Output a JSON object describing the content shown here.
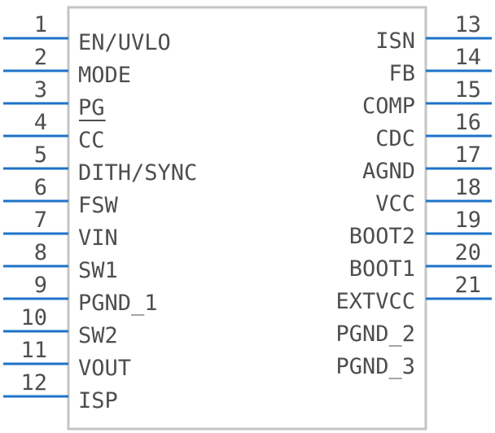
{
  "component": {
    "colors": {
      "pin_line": "#1e73c8",
      "body_outline": "#c4c4c4",
      "text": "#4e4e4e",
      "background": "#ffffff"
    },
    "left_pins": [
      {
        "number": "1",
        "name": "EN/UVLO"
      },
      {
        "number": "2",
        "name": "MODE"
      },
      {
        "number": "3",
        "name": "PG",
        "active_low": true
      },
      {
        "number": "4",
        "name": "CC"
      },
      {
        "number": "5",
        "name": "DITH/SYNC"
      },
      {
        "number": "6",
        "name": "FSW"
      },
      {
        "number": "7",
        "name": "VIN"
      },
      {
        "number": "8",
        "name": "SW1"
      },
      {
        "number": "9",
        "name": "PGND_1"
      },
      {
        "number": "10",
        "name": "SW2"
      },
      {
        "number": "11",
        "name": "VOUT"
      },
      {
        "number": "12",
        "name": "ISP"
      }
    ],
    "right_pins": [
      {
        "number": "13",
        "name": "ISN"
      },
      {
        "number": "14",
        "name": "FB"
      },
      {
        "number": "15",
        "name": "COMP"
      },
      {
        "number": "16",
        "name": "CDC"
      },
      {
        "number": "17",
        "name": "AGND"
      },
      {
        "number": "18",
        "name": "VCC"
      },
      {
        "number": "19",
        "name": "BOOT2"
      },
      {
        "number": "20",
        "name": "BOOT1"
      },
      {
        "number": "21",
        "name": "EXTVCC"
      }
    ],
    "unconnected_right_labels": [
      {
        "name": "PGND_2"
      },
      {
        "name": "PGND_3"
      }
    ]
  }
}
